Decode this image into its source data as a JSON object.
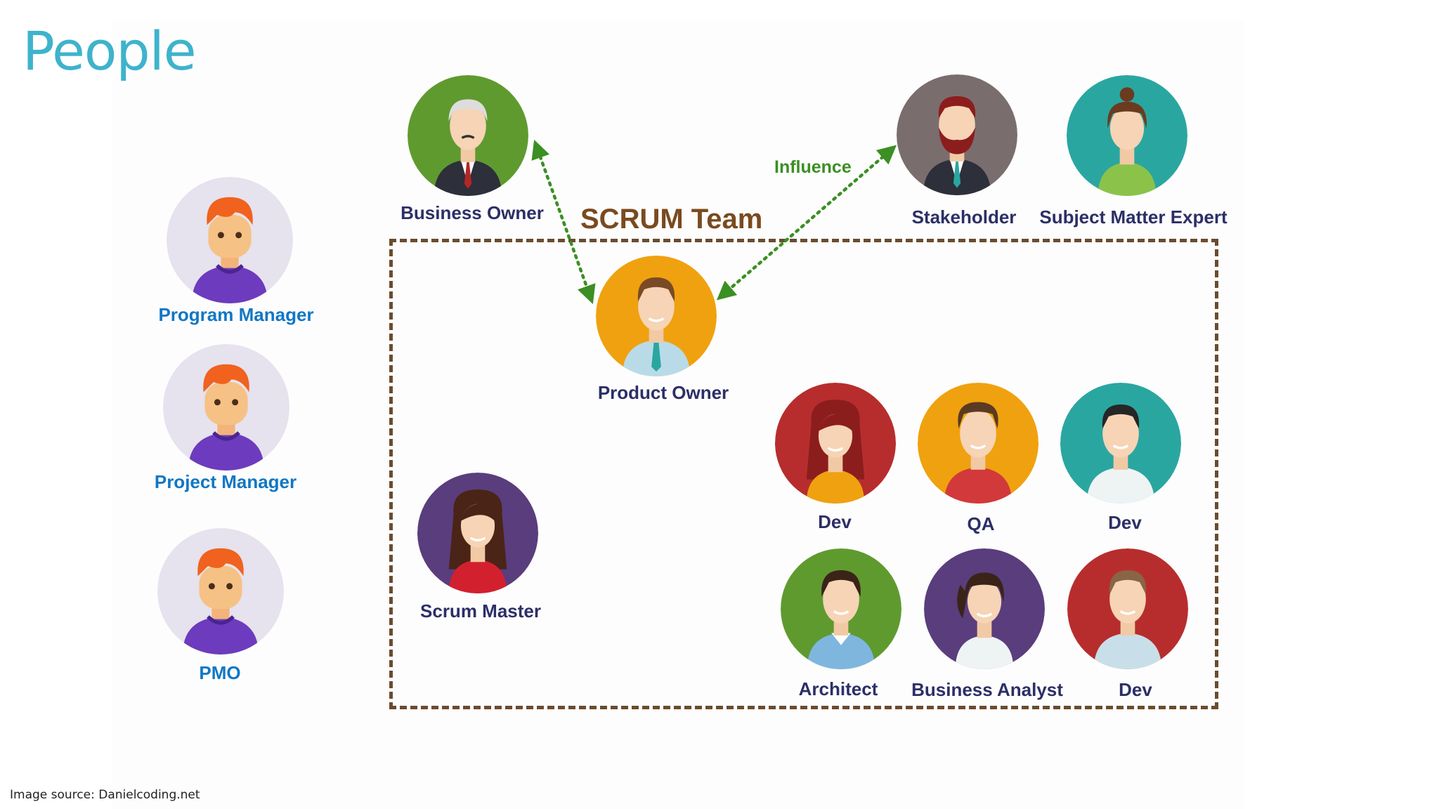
{
  "title": "People",
  "source_note": "Image source: Danielcoding.net",
  "team_title": "SCRUM Team",
  "influence_label": "Influence",
  "colors": {
    "title": "#3eb3cc",
    "blue_label": "#1177c4",
    "dark_label": "#2c2f66",
    "team_border": "#6a4c2e",
    "arrow": "#3b8f23"
  },
  "outside_roles": [
    {
      "label": "Program Manager",
      "icon": "manager-avatar-icon"
    },
    {
      "label": "Project Manager",
      "icon": "manager-avatar-icon"
    },
    {
      "label": "PMO",
      "icon": "manager-avatar-icon"
    }
  ],
  "external": [
    {
      "label": "Business Owner",
      "icon": "old-man-avatar-icon",
      "bg": "#5f9a2f"
    },
    {
      "label": "Stakeholder",
      "icon": "bearded-man-avatar-icon",
      "bg": "#7a6d6e"
    },
    {
      "label": "Subject Matter Expert",
      "icon": "woman-avatar-icon",
      "bg": "#2aa6a0"
    }
  ],
  "team": [
    {
      "label": "Product Owner",
      "icon": "man-tie-avatar-icon",
      "bg": "#f0a10f"
    },
    {
      "label": "Scrum Master",
      "icon": "woman-avatar-icon",
      "bg": "#5a3d7d"
    },
    {
      "label": "Dev",
      "icon": "woman-avatar-icon",
      "bg": "#b72d2d"
    },
    {
      "label": "QA",
      "icon": "man-avatar-icon",
      "bg": "#f0a10f"
    },
    {
      "label": "Dev",
      "icon": "man-avatar-icon",
      "bg": "#2aa6a0"
    },
    {
      "label": "Architect",
      "icon": "man-avatar-icon",
      "bg": "#5f9a2f"
    },
    {
      "label": "Business Analyst",
      "icon": "woman-avatar-icon",
      "bg": "#5a3d7d"
    },
    {
      "label": "Dev",
      "icon": "man-avatar-icon",
      "bg": "#b72d2d"
    }
  ]
}
